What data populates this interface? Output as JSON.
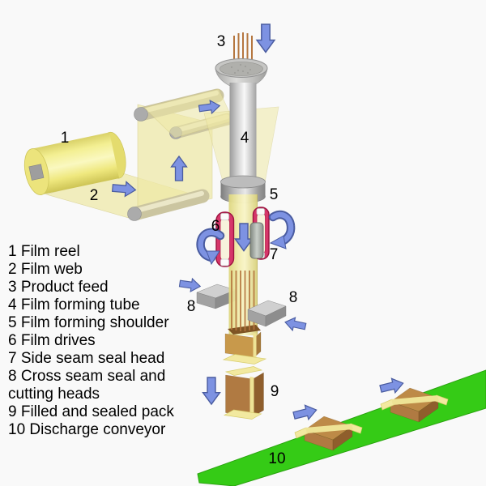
{
  "legend": {
    "items": [
      "1 Film reel",
      "2 Film web",
      "3 Product feed",
      "4 Film forming tube",
      "5 Film forming shoulder",
      "6 Film drives",
      "7 Side seam seal head",
      "8 Cross seam seal and cutting heads",
      "9 Filled and sealed pack",
      "10 Discharge conveyor"
    ]
  },
  "callouts": {
    "film_reel": "1",
    "film_web": "2",
    "product_feed": "3",
    "forming_tube": "4",
    "forming_shoulder": "5",
    "film_drives": "6",
    "side_seam_seal_head": "7",
    "cross_seal_left": "8",
    "cross_seal_right": "8",
    "filled_pack": "9",
    "discharge_conveyor": "10"
  },
  "icons": {
    "flow_arrow_icon": "blue block arrow indicating material flow direction",
    "rotation_arrow_icon": "blue curved arrow indicating film drive rotation"
  },
  "colors": {
    "background": "#f9f9f9",
    "film_yellow": "#f2ee8e",
    "film_web": "#efe9a6",
    "metal_gray": "#c9c9c9",
    "arrow_blue": "#7d92e2",
    "arrow_outline": "#4a5ca0",
    "drive_crimson": "#d6366a",
    "seal_head_gray": "#a2a2a2",
    "product_brown": "#b5763f",
    "pack_brown": "#b07a42",
    "pack_brown_dark": "#8f5e2c",
    "pack_fin_yellow": "#f2e9a0",
    "conveyor_green": "#35cb16",
    "label_color": "#000000"
  }
}
